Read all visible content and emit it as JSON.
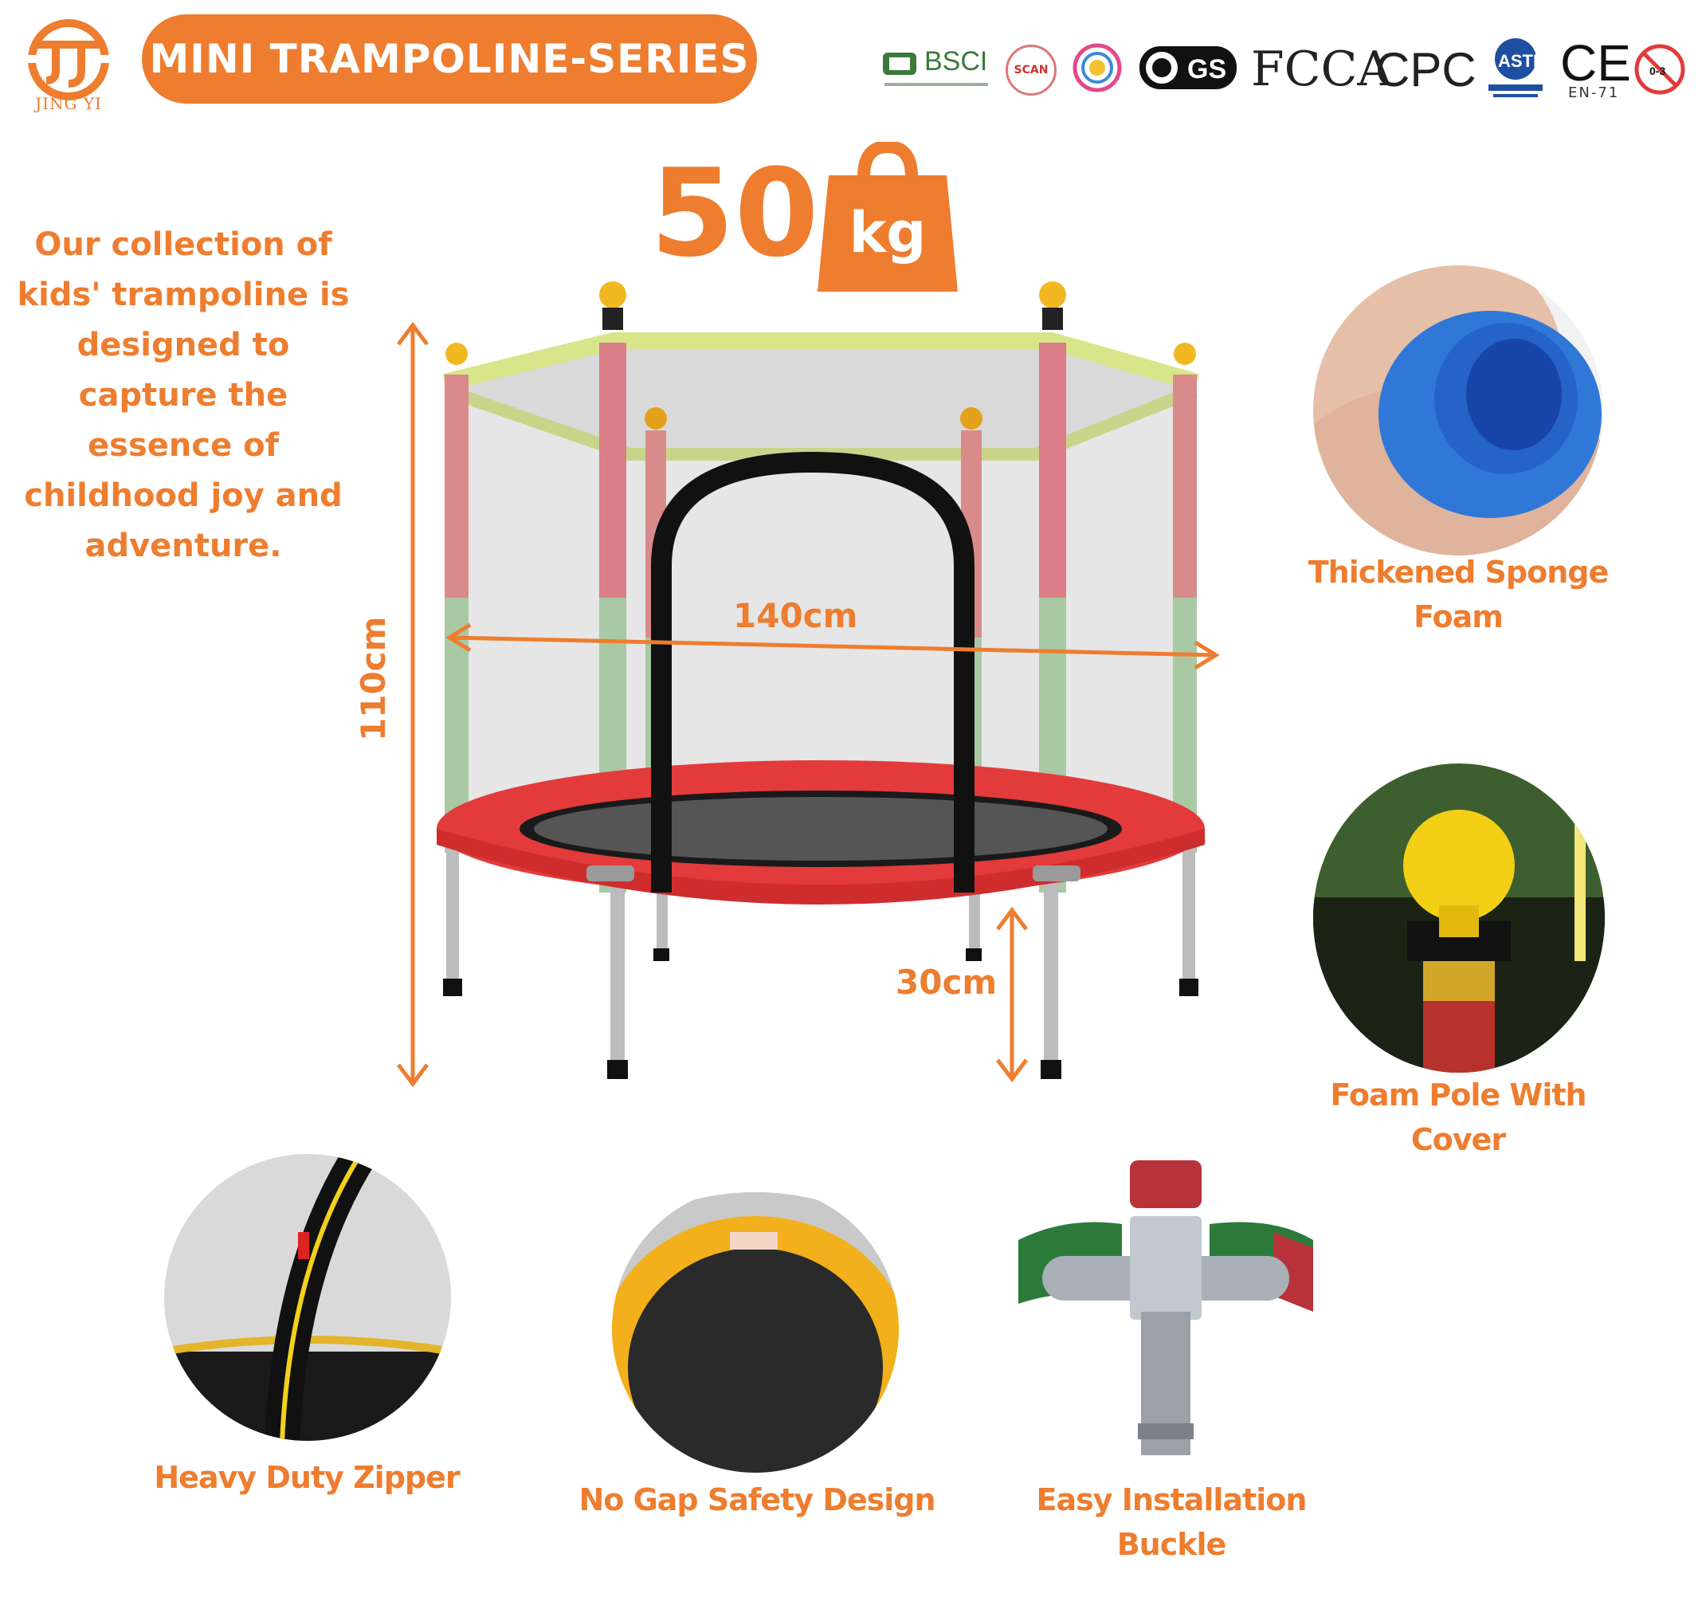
{
  "brand": {
    "logo_text": "JING YI",
    "series_title": "MINI TRAMPOLINE-SERIES",
    "colors": {
      "accent": "#EE7D2F",
      "white": "#FFFFFF"
    }
  },
  "certifications": {
    "bsci": "BSCI",
    "scan": "SCAN",
    "fcca": "FCCA",
    "cpc": "CPC",
    "ce": "CE",
    "en71": "EN-71",
    "age_warning": "0-3"
  },
  "intro_text": "Our collection of kids' trampoline is designed to capture the essence of childhood joy and adventure.",
  "weight": {
    "value": "50",
    "unit": "kg"
  },
  "dimensions": {
    "width": "140cm",
    "height": "110cm",
    "leg_height": "30cm"
  },
  "features": {
    "sponge": "Thickened Sponge Foam",
    "pole": "Foam Pole With Cover",
    "zipper": "Heavy Duty Zipper",
    "no_gap": "No Gap Safety Design",
    "buckle": "Easy Installation  Buckle"
  }
}
